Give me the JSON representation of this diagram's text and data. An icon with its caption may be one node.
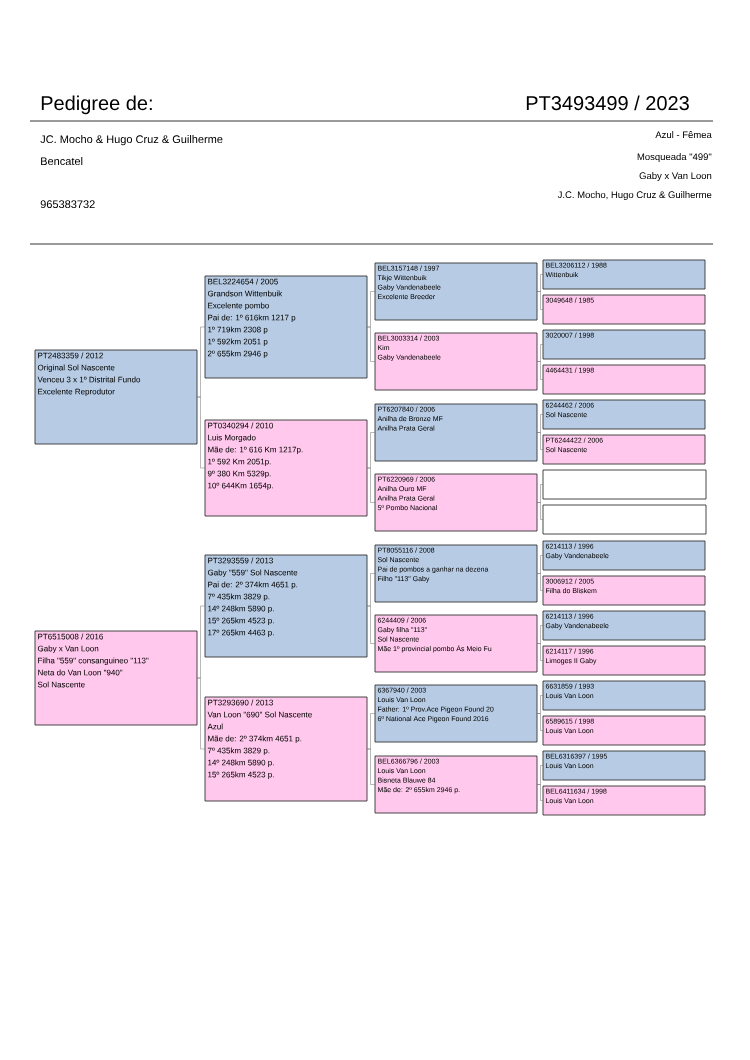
{
  "diagram": {
    "title": "Pedigree de:",
    "nodes": [
      {
        "text": [
          "PT2483359 / 2012",
          "Original Sol Nascente",
          "Venceu 3 x 1º Distrital Fundo",
          "Excelente Reprodutor"
        ]
      },
      {
        "text": [
          "BEL3224654 / 2005",
          "Grandson Wittenbuik",
          "Excelente pombo",
          "Pai de: 1º 616km 1217 p",
          "1º 719km 2308 p",
          "1º 592km 2051 p",
          "2º 655km 2946 p"
        ]
      },
      {
        "text": [
          "PT0340294 / 2010",
          "Luis Morgado",
          "Mãe de: 1º 616 Km 1217p.",
          "1º 592 Km 2051p.",
          "9º 380 Km 5329p.",
          "10º 644Km 1654p."
        ]
      },
      {
        "text": [
          "BEL3157148 / 1997",
          "Tikje Wittenbuik",
          "Gaby Vandenabeele",
          "Excelente Breeder"
        ]
      },
      {
        "text": [
          "BEL3003314 / 2003",
          "Kim",
          "Gaby Vandenabeele"
        ]
      },
      {
        "text": [
          "PT6207840 / 2006",
          "Anilha de Bronze MF",
          "Anilha Prata Geral"
        ]
      },
      {
        "text": [
          "PT6220969 / 2006",
          "Anilha Ouro MF",
          "Anilha Prata Geral",
          "5º Pombo Nacional"
        ]
      },
      {
        "text": [
          "BEL3206112 / 1988",
          "Wittenbuik"
        ]
      },
      {
        "text": [
          "3049648 / 1985"
        ]
      },
      {
        "text": [
          "3020007 / 1998"
        ]
      },
      {
        "text": [
          "4464431 / 1998"
        ]
      },
      {
        "text": [
          "6244462 / 2006",
          "Sol Nascente"
        ]
      },
      {
        "text": [
          "PT6244422 / 2006",
          "Sol Nascente"
        ]
      },
      {
        "text": [],
        "shape": "box"
      },
      {
        "text": [],
        "shape": "box"
      },
      {
        "text": [
          "PT6515008 / 2016",
          "Gaby x Van Loon",
          "Filha \"559\" consanguineo \"113\"",
          "Neta do Van Loon \"940\"",
          "Sol Nascente"
        ]
      },
      {
        "text": [
          "PT3293559 / 2013",
          "Gaby \"559\" Sol Nascente",
          "Pai de: 2º 374km 4651 p.",
          "7º 435km 3829 p.",
          "14º 248km 5890 p.",
          "15º 265km 4523 p.",
          "17º 265km 4463 p."
        ]
      },
      {
        "text": [
          "PT3293690 / 2013",
          "Van Loon \"690\" Sol Nascente",
          "Azul",
          "Mãe de: 2º 374km 4651 p.",
          "7º 435km 3829 p.",
          "14º 248km 5890 p.",
          "15º 265km 4523 p."
        ]
      },
      {
        "text": [
          "PT8055116 / 2008",
          "Sol Nascente",
          "Pai de pombos a ganhar na dezena",
          "Filho \"113\" Gaby"
        ]
      },
      {
        "text": [
          "6244409 / 2006",
          "Gaby filha \"113\"",
          "Sol Nascente",
          "Mãe 1º provincial pombo Ás Meio Fu"
        ]
      },
      {
        "text": [
          "6367940 / 2003",
          "Louis Van Loon",
          "Father: 1º Prov.Ace Pigeon Found 20",
          "6º National Ace Pigeon Found 2016"
        ]
      },
      {
        "text": [
          "BEL6366796 / 2003",
          "Louis Van Loon",
          "Bisneta Blauwe 84",
          "Mãe de: 2º 655km 2946 p."
        ]
      },
      {
        "text": [
          "6214113 / 1996",
          "Gaby Vandenabeele"
        ]
      },
      {
        "text": [
          "3006912 / 2005",
          "Filha do Bliskem"
        ]
      },
      {
        "text": [
          "6214113 / 1996",
          "Gaby Vandenabeele"
        ]
      },
      {
        "text": [
          "6214117 / 1996",
          "Limoges II Gaby"
        ]
      },
      {
        "text": [
          "6631859 / 1993",
          "Louis Van Loon"
        ]
      },
      {
        "text": [
          "6589615 / 1998",
          "Louis Van Loon"
        ]
      },
      {
        "text": [
          "BEL6316397 / 1995",
          "Louis Van Loon"
        ]
      },
      {
        "text": [
          "BEL6411634 / 1998",
          "Louis Van Loon"
        ]
      }
    ],
    "edges": [
      {
        "from": 0,
        "to": 1,
        "arrow": "none"
      },
      {
        "from": 0,
        "to": 2,
        "arrow": "none"
      },
      {
        "from": 1,
        "to": 3,
        "arrow": "none"
      },
      {
        "from": 1,
        "to": 4,
        "arrow": "none"
      },
      {
        "from": 2,
        "to": 5,
        "arrow": "none"
      },
      {
        "from": 2,
        "to": 6,
        "arrow": "none"
      },
      {
        "from": 3,
        "to": 7,
        "arrow": "none"
      },
      {
        "from": 3,
        "to": 8,
        "arrow": "none"
      },
      {
        "from": 4,
        "to": 9,
        "arrow": "none"
      },
      {
        "from": 4,
        "to": 10,
        "arrow": "none"
      },
      {
        "from": 5,
        "to": 11,
        "arrow": "none"
      },
      {
        "from": 5,
        "to": 12,
        "arrow": "none"
      },
      {
        "from": 6,
        "to": 13,
        "arrow": "none"
      },
      {
        "from": 6,
        "to": 14,
        "arrow": "none"
      },
      {
        "from": 15,
        "to": 16,
        "arrow": "none"
      },
      {
        "from": 15,
        "to": 17,
        "arrow": "none"
      },
      {
        "from": 16,
        "to": 18,
        "arrow": "none"
      },
      {
        "from": 16,
        "to": 19,
        "arrow": "none"
      },
      {
        "from": 17,
        "to": 20,
        "arrow": "none"
      },
      {
        "from": 17,
        "to": 21,
        "arrow": "none"
      },
      {
        "from": 18,
        "to": 22,
        "arrow": "none"
      },
      {
        "from": 18,
        "to": 23,
        "arrow": "none"
      },
      {
        "from": 19,
        "to": 24,
        "arrow": "none"
      },
      {
        "from": 19,
        "to": 25,
        "arrow": "none"
      },
      {
        "from": 20,
        "to": 26,
        "arrow": "none"
      },
      {
        "from": 20,
        "to": 27,
        "arrow": "none"
      },
      {
        "from": 21,
        "to": 28,
        "arrow": "none"
      },
      {
        "from": 21,
        "to": 29,
        "arrow": "none"
      }
    ],
    "labels": [
      "PT3493499 / 2023",
      "JC. Mocho & Hugo Cruz & Guilherme",
      "Bencatel",
      "965383732",
      "Azul - Fêmea",
      "Mosqueada \"499\"",
      "Gaby x Van Loon",
      "J.C. Mocho, Hugo Cruz & Guilherme"
    ]
  }
}
